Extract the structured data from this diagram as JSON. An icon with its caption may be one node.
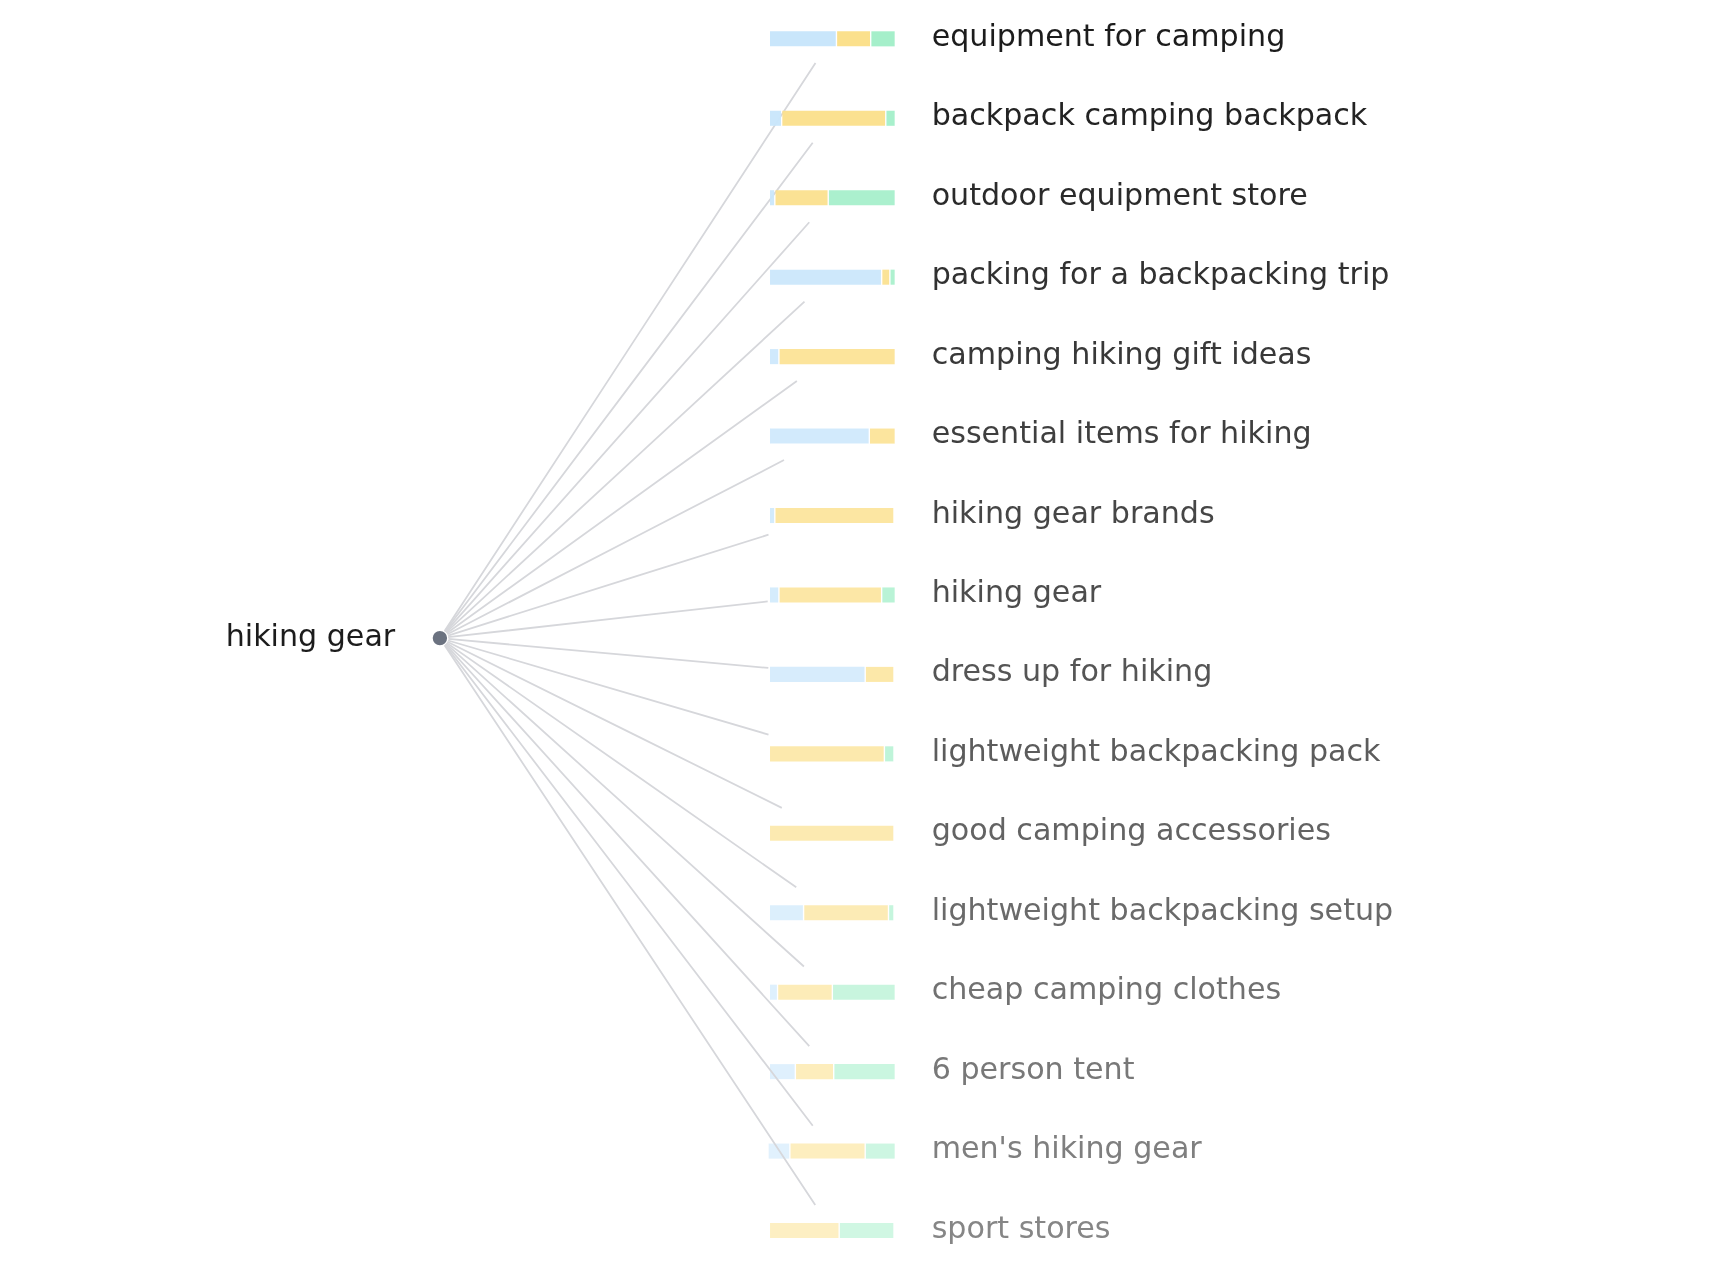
{
  "diagram": {
    "nodes": [
      {
        "text": [],
        "shape": "circle",
        "beside": [
          "hiking gear"
        ]
      },
      {
        "text": [],
        "shape": "bar",
        "beside": [
          "equipment for camping"
        ]
      },
      {
        "text": [],
        "shape": "bar",
        "beside": [
          "backpack camping backpack"
        ]
      },
      {
        "text": [],
        "shape": "bar",
        "beside": [
          "outdoor equipment store"
        ]
      },
      {
        "text": [],
        "shape": "bar",
        "beside": [
          "packing for a backpacking trip"
        ]
      },
      {
        "text": [],
        "shape": "bar",
        "beside": [
          "camping hiking gift ideas"
        ]
      },
      {
        "text": [],
        "shape": "bar",
        "beside": [
          "essential items for hiking"
        ]
      },
      {
        "text": [],
        "shape": "bar",
        "beside": [
          "hiking gear brands"
        ]
      },
      {
        "text": [],
        "shape": "bar",
        "beside": [
          "hiking gear"
        ]
      },
      {
        "text": [],
        "shape": "bar",
        "beside": [
          "dress up for hiking"
        ]
      },
      {
        "text": [],
        "shape": "bar",
        "beside": [
          "lightweight backpacking pack"
        ]
      },
      {
        "text": [],
        "shape": "bar",
        "beside": [
          "good camping accessories"
        ]
      },
      {
        "text": [],
        "shape": "bar",
        "beside": [
          "lightweight backpacking setup"
        ]
      },
      {
        "text": [],
        "shape": "bar",
        "beside": [
          "cheap camping clothes"
        ]
      },
      {
        "text": [],
        "shape": "bar",
        "beside": [
          "6 person tent"
        ]
      },
      {
        "text": [],
        "shape": "bar",
        "beside": [
          "men's hiking gear"
        ]
      },
      {
        "text": [],
        "shape": "bar",
        "beside": [
          "sport stores"
        ]
      }
    ],
    "edges": [
      {
        "from": 0,
        "to": 1,
        "arrow": "none"
      },
      {
        "from": 0,
        "to": 2,
        "arrow": "none"
      },
      {
        "from": 0,
        "to": 3,
        "arrow": "none"
      },
      {
        "from": 0,
        "to": 4,
        "arrow": "none"
      },
      {
        "from": 0,
        "to": 5,
        "arrow": "none"
      },
      {
        "from": 0,
        "to": 6,
        "arrow": "none"
      },
      {
        "from": 0,
        "to": 7,
        "arrow": "none"
      },
      {
        "from": 0,
        "to": 8,
        "arrow": "none"
      },
      {
        "from": 0,
        "to": 9,
        "arrow": "none"
      },
      {
        "from": 0,
        "to": 10,
        "arrow": "none"
      },
      {
        "from": 0,
        "to": 11,
        "arrow": "none"
      },
      {
        "from": 0,
        "to": 12,
        "arrow": "none"
      },
      {
        "from": 0,
        "to": 13,
        "arrow": "none"
      },
      {
        "from": 0,
        "to": 14,
        "arrow": "none"
      },
      {
        "from": 0,
        "to": 15,
        "arrow": "none"
      },
      {
        "from": 0,
        "to": 16,
        "arrow": "none"
      }
    ]
  }
}
